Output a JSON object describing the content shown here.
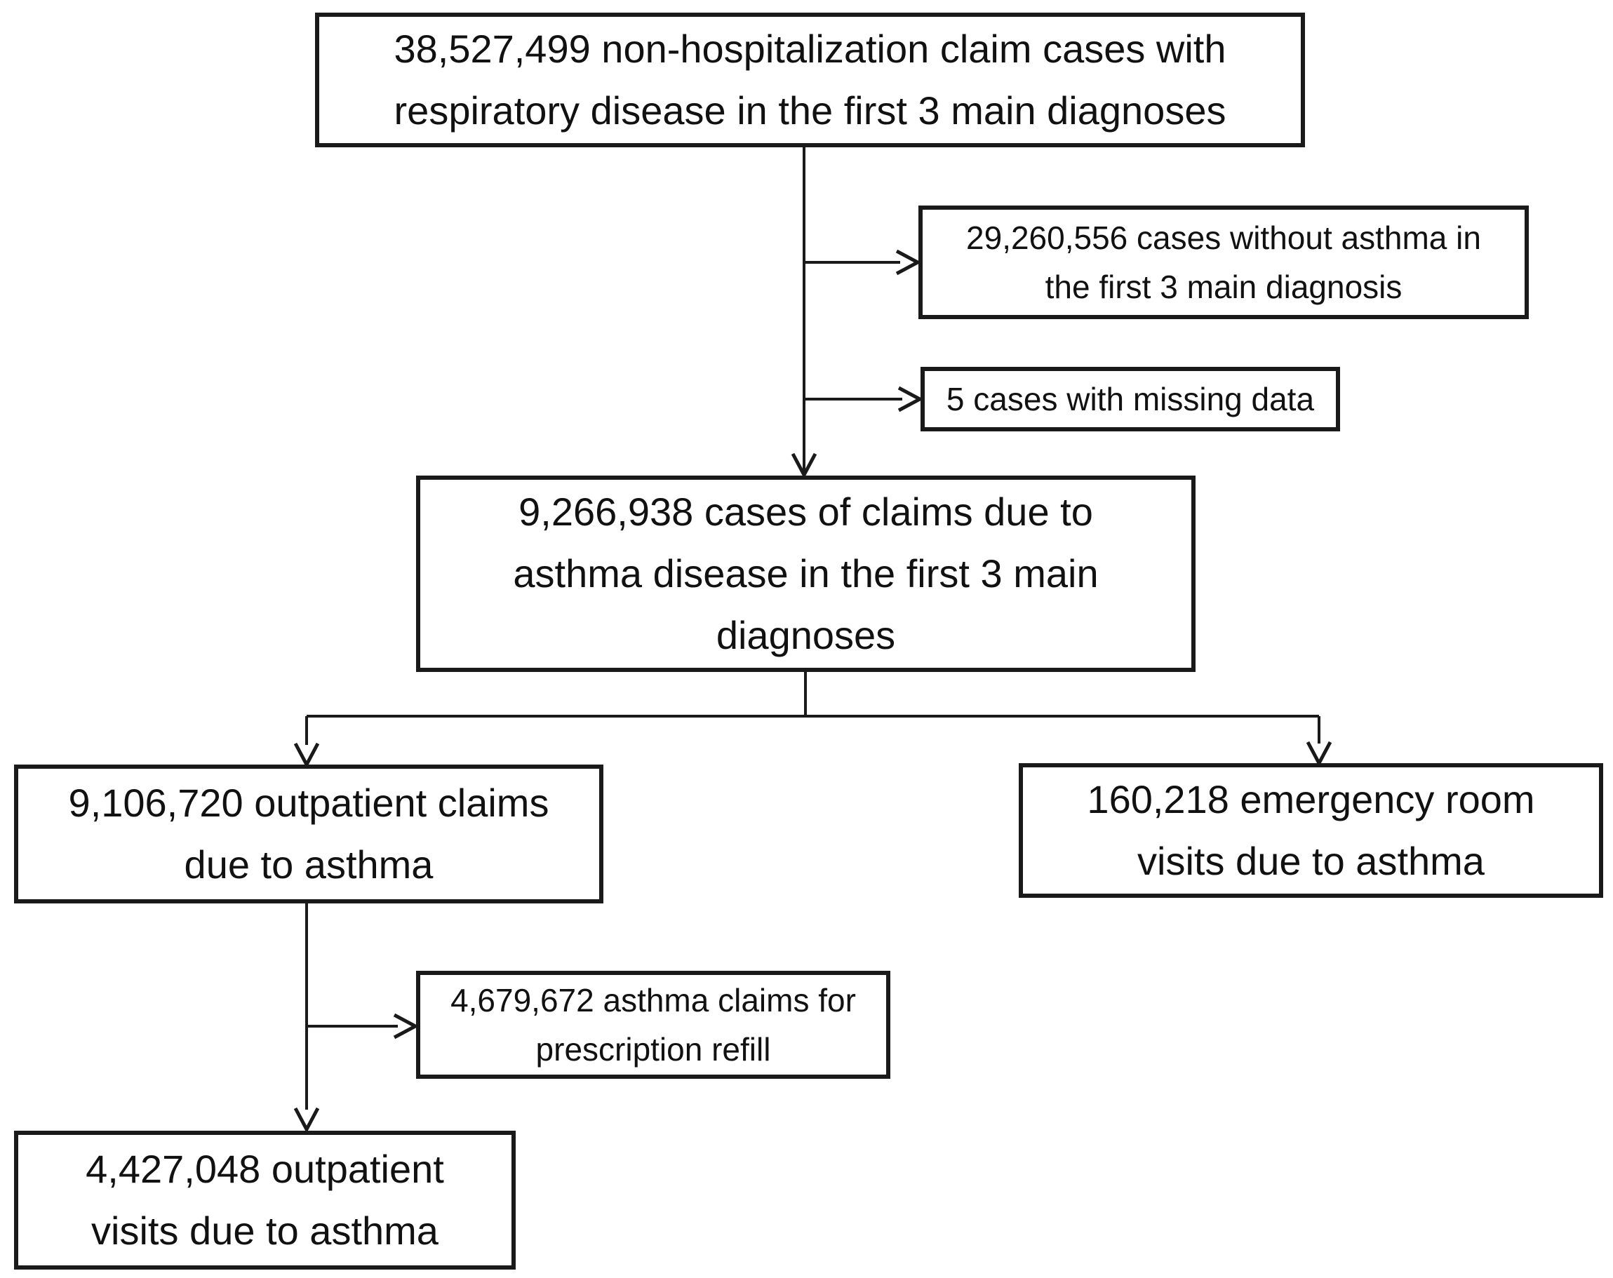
{
  "diagram": {
    "type": "flowchart",
    "colors": {
      "background": "#ffffff",
      "box_border": "#1a1a1a",
      "line": "#1a1a1a",
      "text": "#111111"
    },
    "nodes": {
      "root": {
        "text": "38,527,499 non-hospitalization claim cases with respiratory disease in the first 3 main diagnoses",
        "lines": [
          "38,527,499 non-hospitalization claim cases with",
          "respiratory disease in the first 3 main diagnoses"
        ]
      },
      "excluded_no_asthma": {
        "text": "29,260,556 cases without asthma in the first 3 main diagnosis",
        "lines": [
          "29,260,556 cases without asthma in",
          "the first 3 main diagnosis"
        ]
      },
      "excluded_missing_data": {
        "text": "5 cases with missing data",
        "lines": [
          "5 cases with missing data"
        ]
      },
      "asthma_claims": {
        "text": "9,266,938 cases of claims due to asthma disease in the first 3 main diagnoses",
        "lines": [
          "9,266,938 cases of claims due to",
          "asthma disease in the first 3 main",
          "diagnoses"
        ]
      },
      "outpatient_claims": {
        "text": "9,106,720 outpatient claims due to asthma",
        "lines": [
          "9,106,720 outpatient claims",
          "due to asthma"
        ]
      },
      "er_visits": {
        "text": "160,218 emergency room visits due to asthma",
        "lines": [
          "160,218 emergency room",
          "visits due to asthma"
        ]
      },
      "prescription_refill": {
        "text": "4,679,672 asthma claims for prescription refill",
        "lines": [
          "4,679,672 asthma claims for",
          "prescription refill"
        ]
      },
      "outpatient_visits": {
        "text": "4,427,048 outpatient visits due to asthma",
        "lines": [
          "4,427,048 outpatient",
          "visits due to asthma"
        ]
      }
    },
    "edges": [
      {
        "from": "root",
        "to": "asthma_claims",
        "arrow": "down"
      },
      {
        "from": "root",
        "to": "excluded_no_asthma",
        "arrow": "right"
      },
      {
        "from": "root",
        "to": "excluded_missing_data",
        "arrow": "right"
      },
      {
        "from": "asthma_claims",
        "to": "outpatient_claims",
        "arrow": "down"
      },
      {
        "from": "asthma_claims",
        "to": "er_visits",
        "arrow": "down"
      },
      {
        "from": "outpatient_claims",
        "to": "prescription_refill",
        "arrow": "right"
      },
      {
        "from": "outpatient_claims",
        "to": "outpatient_visits",
        "arrow": "down"
      }
    ]
  }
}
